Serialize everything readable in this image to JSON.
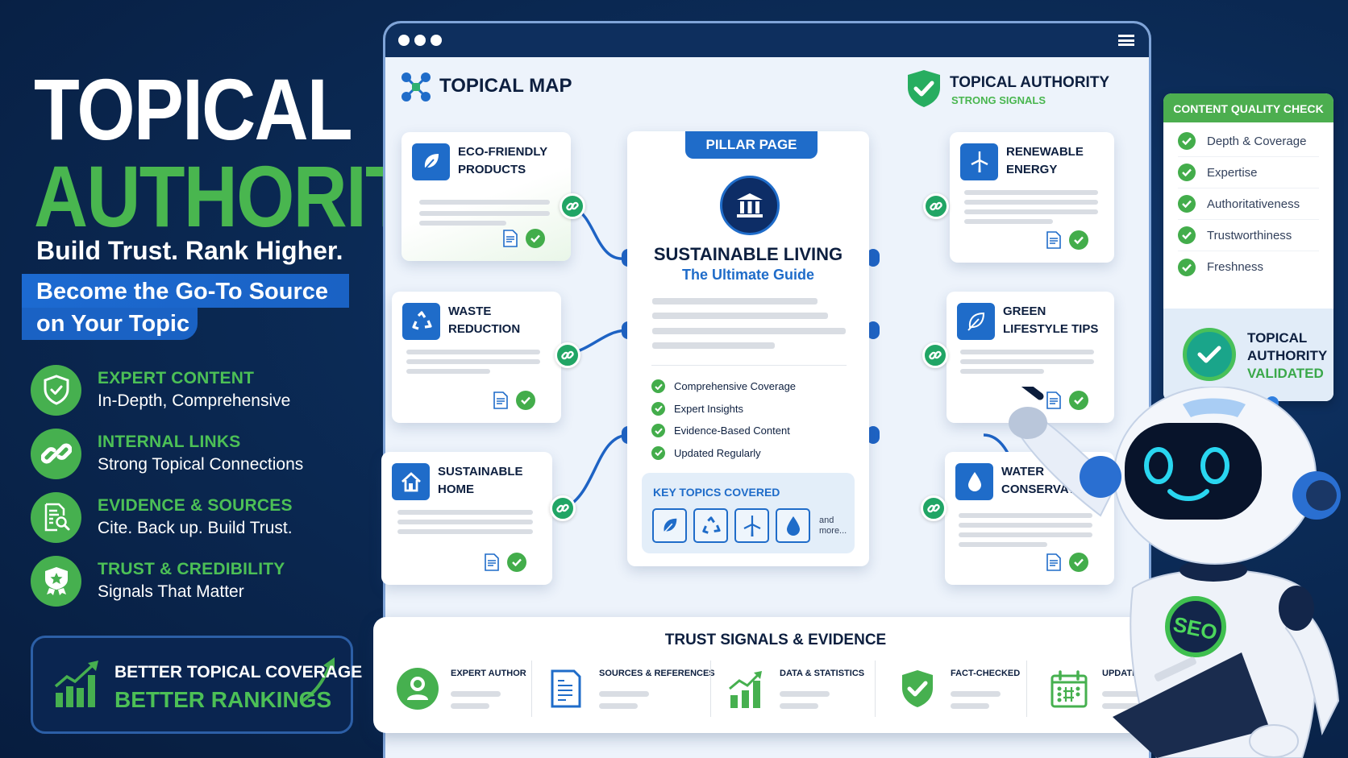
{
  "hero": {
    "title_line1": "TOPICAL",
    "title_line2": "AUTHORITY",
    "tagline": "Build Trust. Rank Higher.",
    "banner_line1": "Become the Go-To Source",
    "banner_line2": "on Your Topic"
  },
  "features": [
    {
      "icon": "shield-check-icon",
      "title": "EXPERT CONTENT",
      "subtitle": "In-Depth, Comprehensive"
    },
    {
      "icon": "link-icon",
      "title": "INTERNAL LINKS",
      "subtitle": "Strong Topical Connections"
    },
    {
      "icon": "document-search-icon",
      "title": "EVIDENCE & SOURCES",
      "subtitle": "Cite. Back up. Build Trust."
    },
    {
      "icon": "award-star-icon",
      "title": "TRUST & CREDIBILITY",
      "subtitle": "Signals That Matter"
    }
  ],
  "coverage_box": {
    "line1": "BETTER TOPICAL COVERAGE",
    "line2": "BETTER RANKINGS"
  },
  "window": {
    "map_title": "TOPICAL MAP",
    "authority_title": "TOPICAL AUTHORITY",
    "authority_subtitle": "STRONG SIGNALS"
  },
  "cluster_cards": [
    {
      "icon": "leaf-icon",
      "line1": "ECO-FRIENDLY",
      "line2": "PRODUCTS"
    },
    {
      "icon": "recycle-icon",
      "line1": "WASTE",
      "line2": "REDUCTION"
    },
    {
      "icon": "house-icon",
      "line1": "SUSTAINABLE",
      "line2": "HOME"
    },
    {
      "icon": "wind-turbine-icon",
      "line1": "RENEWABLE",
      "line2": "ENERGY"
    },
    {
      "icon": "leaf-outline-icon",
      "line1": "GREEN",
      "line2": "LIFESTYLE TIPS"
    },
    {
      "icon": "water-drop-icon",
      "line1": "WATER",
      "line2": "CONSERVATION"
    }
  ],
  "pillar": {
    "tab": "PILLAR PAGE",
    "title": "SUSTAINABLE LIVING",
    "subtitle": "The Ultimate Guide",
    "checklist": [
      "Comprehensive Coverage",
      "Expert Insights",
      "Evidence-Based Content",
      "Updated Regularly"
    ],
    "key_topics_title": "KEY TOPICS COVERED",
    "key_topics_icons": [
      "leaf-icon",
      "recycle-icon",
      "wind-turbine-icon",
      "water-drop-icon"
    ],
    "key_topics_more_1": "and",
    "key_topics_more_2": "more..."
  },
  "quality_check": {
    "title": "CONTENT QUALITY CHECK",
    "items": [
      "Depth & Coverage",
      "Expertise",
      "Authoritativeness",
      "Trustworthiness",
      "Freshness"
    ],
    "validated_line1": "TOPICAL",
    "validated_line2": "AUTHORITY",
    "validated_line3": "VALIDATED"
  },
  "trust_signals": {
    "title": "TRUST SIGNALS & EVIDENCE",
    "items": [
      {
        "icon": "user-avatar-icon",
        "label": "EXPERT AUTHOR"
      },
      {
        "icon": "document-icon",
        "label": "SOURCES & REFERENCES"
      },
      {
        "icon": "bar-chart-growth-icon",
        "label": "DATA & STATISTICS"
      },
      {
        "icon": "shield-check-icon",
        "label": "FACT-CHECKED"
      },
      {
        "icon": "calendar-icon",
        "label": "UPDATED"
      }
    ]
  },
  "robot": {
    "badge": "SEO"
  },
  "colors": {
    "navy_bg": "#0b2a55",
    "green": "#49b64f",
    "blue": "#1f6cc9",
    "dark_text": "#0d1f3f",
    "window_bg": "#edf3fb"
  }
}
